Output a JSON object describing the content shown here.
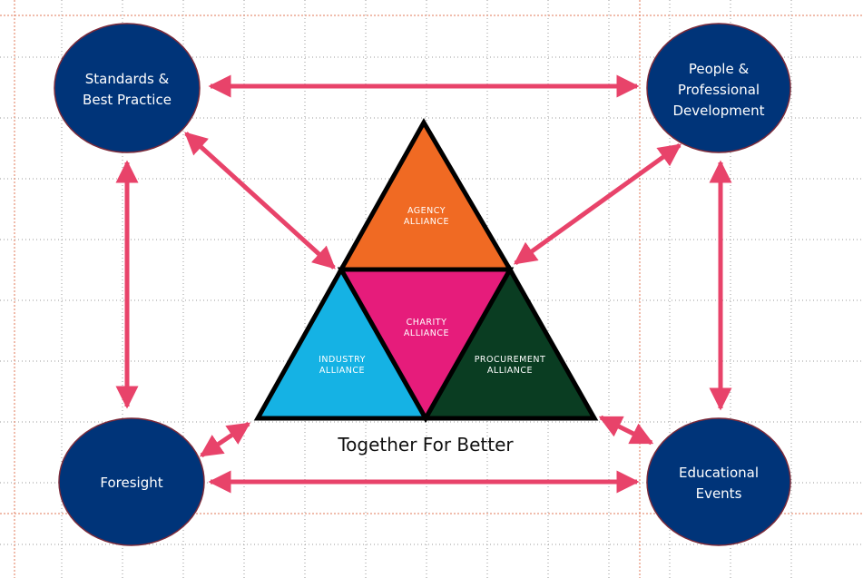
{
  "colors": {
    "circle_fill": "#003479",
    "circle_stroke": "#7a2a3a",
    "arrow": "#e8436a",
    "agency": "#f06a23",
    "charity": "#e61c7b",
    "industry": "#15b2e4",
    "procurement": "#0a3d22",
    "outline": "#000000",
    "grid": "#9a9a9a",
    "guide": "#e07a5a"
  },
  "circles": {
    "top_left": {
      "line1": "Standards &",
      "line2": "Best Practice"
    },
    "top_right": {
      "line1": "People &",
      "line2": "Professional",
      "line3": "Development"
    },
    "bottom_left": {
      "line1": "Foresight"
    },
    "bottom_right": {
      "line1": "Educational",
      "line2": "Events"
    }
  },
  "triangles": {
    "agency": {
      "line1": "AGENCY",
      "line2": "ALLIANCE"
    },
    "charity": {
      "line1": "CHARITY",
      "line2": "ALLIANCE"
    },
    "industry": {
      "line1": "INDUSTRY",
      "line2": "ALLIANCE"
    },
    "procurement": {
      "line1": "PROCUREMENT",
      "line2": "ALLIANCE"
    }
  },
  "caption": "Together For Better"
}
